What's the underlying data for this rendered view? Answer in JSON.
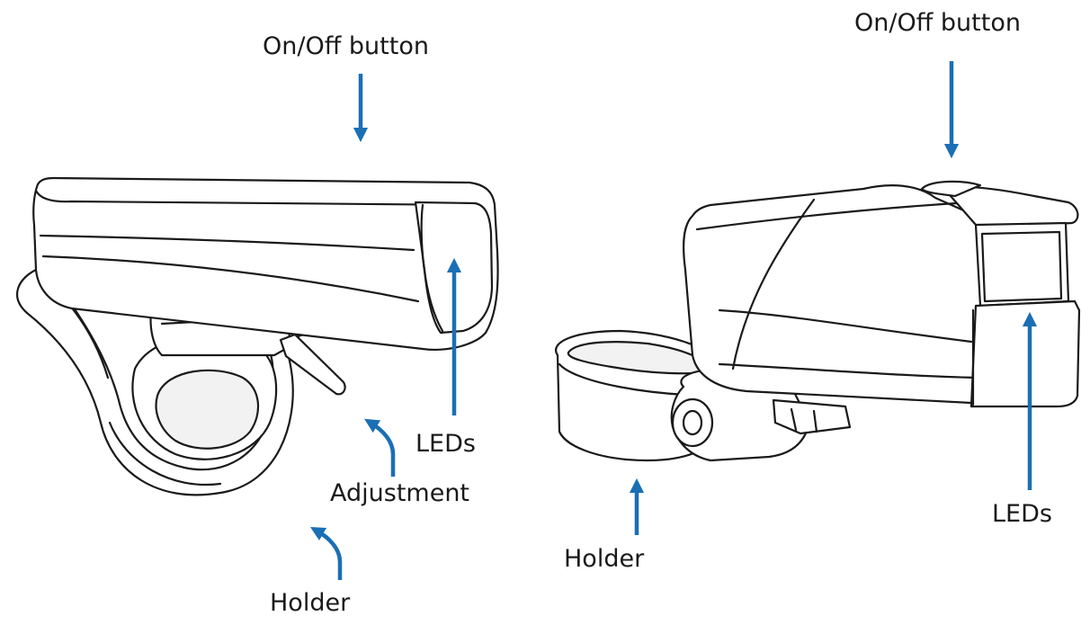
{
  "left_view": {
    "labels": {
      "on_off": "On/Off button",
      "leds": "LEDs",
      "adjustment": "Adjustment",
      "holder": "Holder"
    }
  },
  "right_view": {
    "labels": {
      "on_off": "On/Off button",
      "leds": "LEDs",
      "holder": "Holder"
    }
  },
  "colors": {
    "arrow": "#1a6fb5",
    "outline": "#1a1a1a",
    "fill": "#ffffff"
  }
}
